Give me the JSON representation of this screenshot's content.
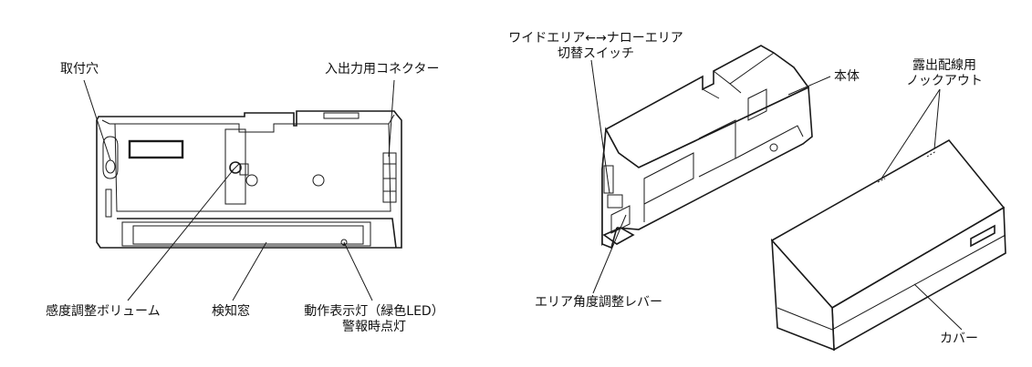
{
  "front_view": {
    "labels": {
      "mounting_hole": "取付穴",
      "io_connector": "入出力用コネクター",
      "sensitivity_volume": "感度調整ボリューム",
      "detection_window": "検知窓",
      "indicator_line1": "動作表示灯（緑色LED）",
      "indicator_line2": "警報時点灯"
    }
  },
  "exploded_view": {
    "labels": {
      "area_switch_line1": "ワイドエリア←→ナローエリア",
      "area_switch_line2": "切替スイッチ",
      "main_body": "本体",
      "knockout_line1": "露出配線用",
      "knockout_line2": "ノックアウト",
      "angle_lever": "エリア角度調整レバー",
      "cover": "カバー"
    }
  },
  "colors": {
    "line": "#1a1a1a",
    "background": "#ffffff",
    "shade": "#e9e9e9"
  }
}
